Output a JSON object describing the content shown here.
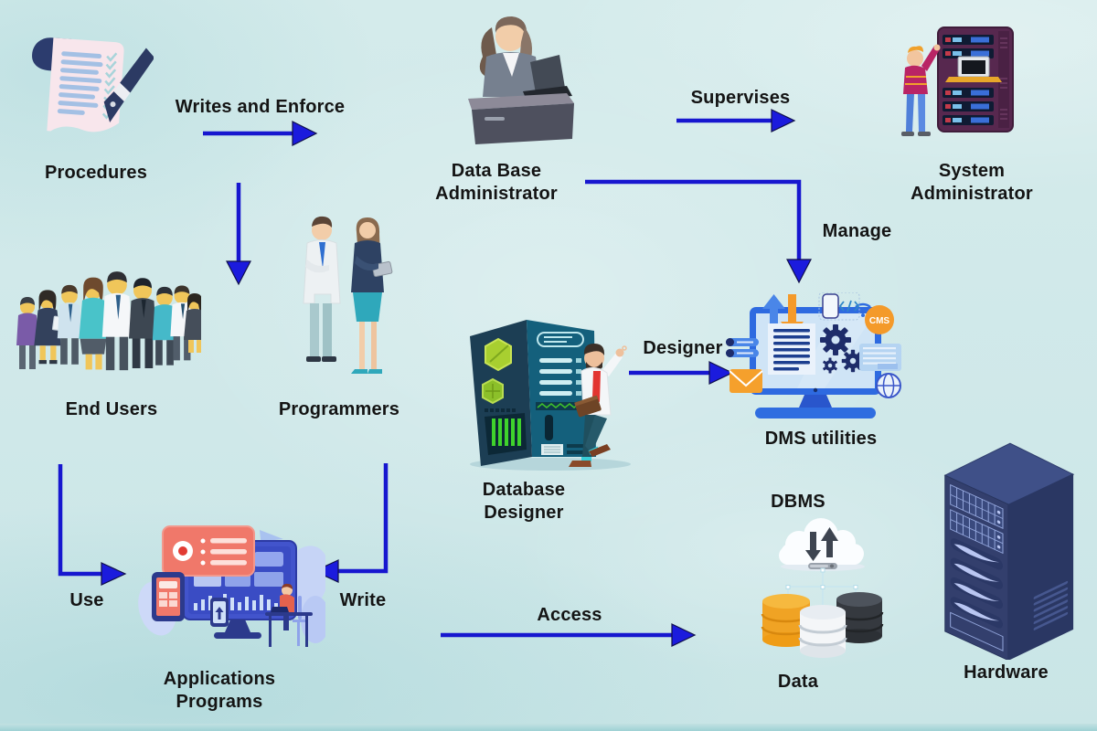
{
  "colors": {
    "background": "#cfe7e8",
    "arrow": "#1717cf",
    "label_text": "#141414",
    "cms_badge": "#f49a2a",
    "server_rack_purple": "#57284f",
    "hardware_navy": "#333f6d"
  },
  "nodes": {
    "procedures": {
      "label": "Procedures"
    },
    "database_administrator": {
      "label": "Data Base Administrator"
    },
    "system_administrator": {
      "label": "System Administrator"
    },
    "end_users": {
      "label": "End Users"
    },
    "programmers": {
      "label": "Programmers"
    },
    "database_designer": {
      "label": "Database Designer"
    },
    "dms_utilities": {
      "label": "DMS utilities",
      "badge": "CMS"
    },
    "applications_programs": {
      "label": "Applications Programs"
    },
    "dbms": {
      "label": "DBMS"
    },
    "data": {
      "label": "Data"
    },
    "hardware": {
      "label": "Hardware"
    }
  },
  "edges": {
    "writes_and_enforce": {
      "label": "Writes and Enforce",
      "from": "procedures",
      "to": "database_administrator"
    },
    "enforce_down": {
      "label": "",
      "from": "procedures",
      "to": "programmers"
    },
    "supervises": {
      "label": "Supervises",
      "from": "database_administrator",
      "to": "system_administrator"
    },
    "manage": {
      "label": "Manage",
      "from": "database_administrator",
      "to": "dms_utilities"
    },
    "designer": {
      "label": "Designer",
      "from": "database_designer",
      "to": "dms_utilities"
    },
    "use": {
      "label": "Use",
      "from": "end_users",
      "to": "applications_programs"
    },
    "write": {
      "label": "Write",
      "from": "programmers",
      "to": "applications_programs"
    },
    "access": {
      "label": "Access",
      "from": "applications_programs",
      "to": "data"
    }
  }
}
